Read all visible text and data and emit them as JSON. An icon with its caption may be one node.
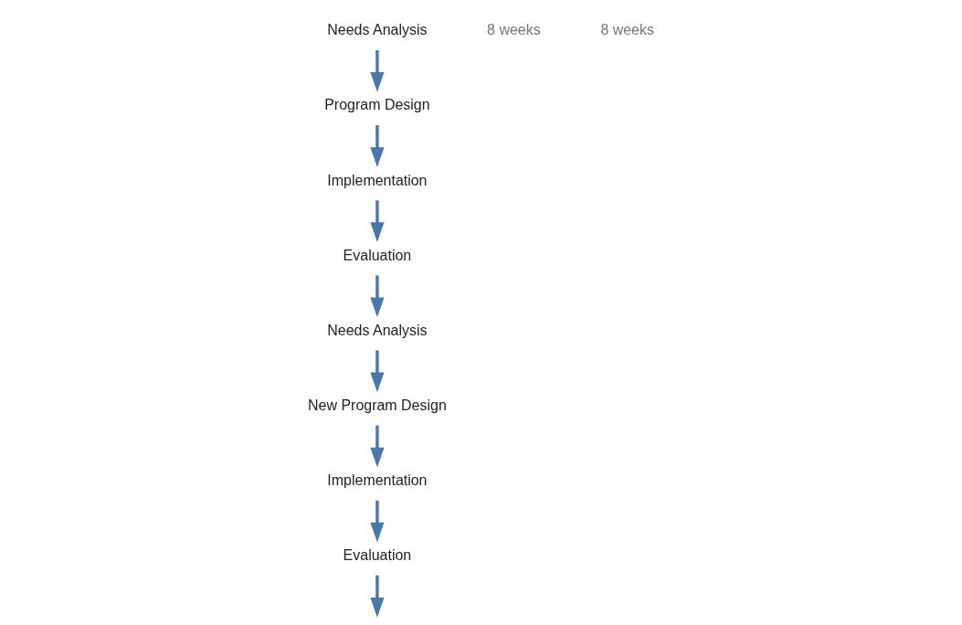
{
  "diagram": {
    "nodes": [
      {
        "text": [
          "Evaluation"
        ]
      },
      {
        "text": [
          "Implementation"
        ]
      },
      {
        "text": [
          "Needs Analysis"
        ]
      },
      {
        "text": [
          "Program Design"
        ]
      },
      {
        "text": [
          "Evaluation"
        ]
      },
      {
        "text": [
          "Implementation"
        ]
      },
      {
        "text": [
          "Needs Analysis"
        ]
      },
      {
        "text": [
          "New Program Design"
        ]
      }
    ],
    "edges": [
      {
        "from": 2,
        "to": 3,
        "arrow": "to"
      },
      {
        "from": 3,
        "to": 1,
        "arrow": "to"
      },
      {
        "from": 1,
        "to": 0,
        "arrow": "to"
      },
      {
        "from": 0,
        "to": 6,
        "arrow": "to"
      },
      {
        "from": 6,
        "to": 7,
        "arrow": "to"
      },
      {
        "from": 7,
        "to": 5,
        "arrow": "to"
      },
      {
        "from": 5,
        "to": 4,
        "arrow": "to"
      },
      {
        "from": 4,
        "to": null,
        "arrow": "to"
      }
    ],
    "labels": [
      "8 weeks",
      "8 weeks"
    ]
  }
}
